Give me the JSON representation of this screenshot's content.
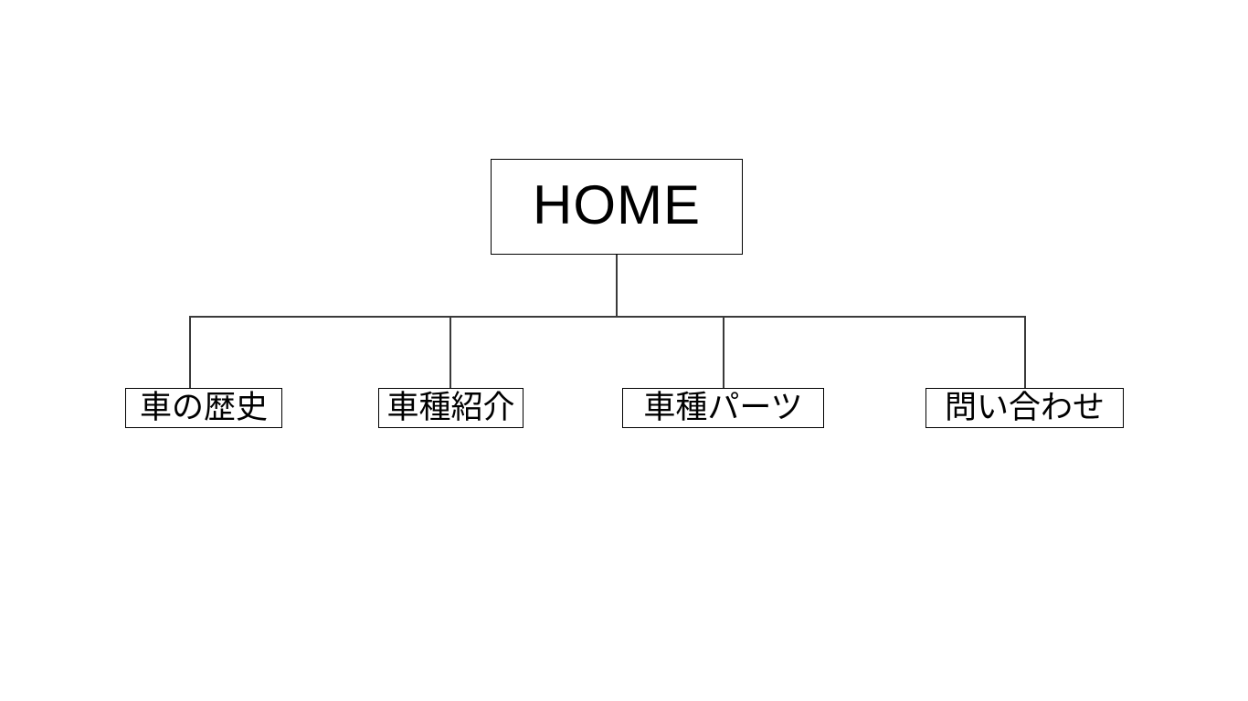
{
  "diagram": {
    "type": "site-map-tree",
    "background_color": "#ffffff",
    "line_color": "#3a3a3a",
    "border_color": "#000000",
    "text_color": "#000000",
    "root": {
      "label": "HOME"
    },
    "children": [
      {
        "label": "車の歴史"
      },
      {
        "label": "車種紹介"
      },
      {
        "label": "車種パーツ"
      },
      {
        "label": "問い合わせ"
      }
    ]
  }
}
